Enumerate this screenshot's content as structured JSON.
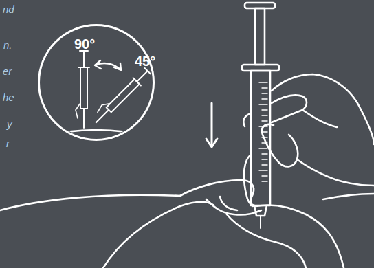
{
  "diagram": {
    "nodes": [
      {
        "text": [
          "90°",
          "45°"
        ]
      }
    ],
    "labels": [
      "nd",
      "n.",
      "er",
      "he",
      "y",
      "r"
    ]
  }
}
